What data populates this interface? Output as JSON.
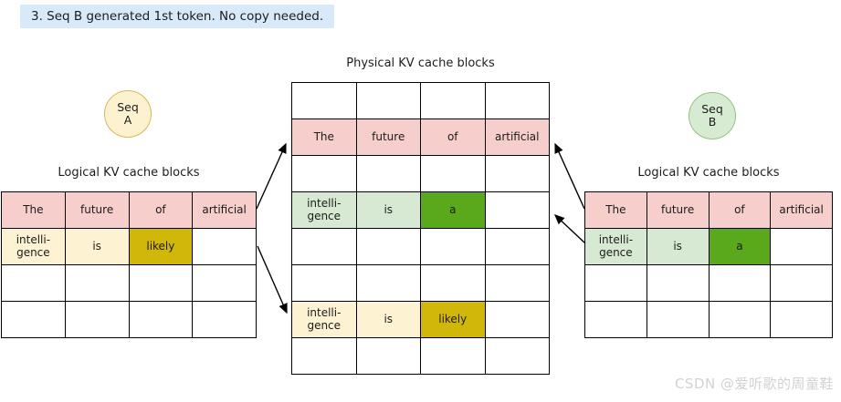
{
  "banner": {
    "text": "3. Seq B generated 1st token. No copy needed."
  },
  "section_labels": {
    "physical": "Physical KV cache blocks",
    "logical_a": "Logical KV cache blocks",
    "logical_b": "Logical KV cache blocks"
  },
  "badges": {
    "seq_a": "Seq\nA",
    "seq_b": "Seq\nB"
  },
  "colors": {
    "banner_bg": "#d8e9fa",
    "pink": "#f6cecb",
    "cream": "#fdf2d2",
    "gold": "#d2b70b",
    "green_light": "#d7e9d2",
    "green_bright": "#5aa91d",
    "white": "#ffffff",
    "seq_a_fill": "#fdf2cf",
    "seq_a_border": "#d8b75c",
    "seq_b_fill": "#d7ead2",
    "seq_b_border": "#92c47e"
  },
  "tables": {
    "logical_a": {
      "rows": [
        [
          {
            "t": "The",
            "bg": "pink"
          },
          {
            "t": "future",
            "bg": "pink"
          },
          {
            "t": "of",
            "bg": "pink"
          },
          {
            "t": "artificial",
            "bg": "pink"
          }
        ],
        [
          {
            "t": "intelli-\ngence",
            "bg": "cream"
          },
          {
            "t": "is",
            "bg": "cream"
          },
          {
            "t": "likely",
            "bg": "gold"
          },
          {
            "t": "",
            "bg": "white"
          }
        ],
        [
          {
            "t": "",
            "bg": "white"
          },
          {
            "t": "",
            "bg": "white"
          },
          {
            "t": "",
            "bg": "white"
          },
          {
            "t": "",
            "bg": "white"
          }
        ],
        [
          {
            "t": "",
            "bg": "white"
          },
          {
            "t": "",
            "bg": "white"
          },
          {
            "t": "",
            "bg": "white"
          },
          {
            "t": "",
            "bg": "white"
          }
        ]
      ]
    },
    "physical": {
      "rows": [
        [
          {
            "t": "",
            "bg": "white"
          },
          {
            "t": "",
            "bg": "white"
          },
          {
            "t": "",
            "bg": "white"
          },
          {
            "t": "",
            "bg": "white"
          }
        ],
        [
          {
            "t": "The",
            "bg": "pink"
          },
          {
            "t": "future",
            "bg": "pink"
          },
          {
            "t": "of",
            "bg": "pink"
          },
          {
            "t": "artificial",
            "bg": "pink"
          }
        ],
        [
          {
            "t": "",
            "bg": "white"
          },
          {
            "t": "",
            "bg": "white"
          },
          {
            "t": "",
            "bg": "white"
          },
          {
            "t": "",
            "bg": "white"
          }
        ],
        [
          {
            "t": "intelli-\ngence",
            "bg": "green_light"
          },
          {
            "t": "is",
            "bg": "green_light"
          },
          {
            "t": "a",
            "bg": "green_bright"
          },
          {
            "t": "",
            "bg": "white"
          }
        ],
        [
          {
            "t": "",
            "bg": "white"
          },
          {
            "t": "",
            "bg": "white"
          },
          {
            "t": "",
            "bg": "white"
          },
          {
            "t": "",
            "bg": "white"
          }
        ],
        [
          {
            "t": "",
            "bg": "white"
          },
          {
            "t": "",
            "bg": "white"
          },
          {
            "t": "",
            "bg": "white"
          },
          {
            "t": "",
            "bg": "white"
          }
        ],
        [
          {
            "t": "intelli-\ngence",
            "bg": "cream"
          },
          {
            "t": "is",
            "bg": "cream"
          },
          {
            "t": "likely",
            "bg": "gold"
          },
          {
            "t": "",
            "bg": "white"
          }
        ],
        [
          {
            "t": "",
            "bg": "white"
          },
          {
            "t": "",
            "bg": "white"
          },
          {
            "t": "",
            "bg": "white"
          },
          {
            "t": "",
            "bg": "white"
          }
        ]
      ]
    },
    "logical_b": {
      "rows": [
        [
          {
            "t": "The",
            "bg": "pink"
          },
          {
            "t": "future",
            "bg": "pink"
          },
          {
            "t": "of",
            "bg": "pink"
          },
          {
            "t": "artificial",
            "bg": "pink"
          }
        ],
        [
          {
            "t": "intelli-\ngence",
            "bg": "green_light"
          },
          {
            "t": "is",
            "bg": "green_light"
          },
          {
            "t": "a",
            "bg": "green_bright"
          },
          {
            "t": "",
            "bg": "white"
          }
        ],
        [
          {
            "t": "",
            "bg": "white"
          },
          {
            "t": "",
            "bg": "white"
          },
          {
            "t": "",
            "bg": "white"
          },
          {
            "t": "",
            "bg": "white"
          }
        ],
        [
          {
            "t": "",
            "bg": "white"
          },
          {
            "t": "",
            "bg": "white"
          },
          {
            "t": "",
            "bg": "white"
          },
          {
            "t": "",
            "bg": "white"
          }
        ]
      ]
    }
  },
  "watermark": {
    "text": "CSDN @爱听歌的周童鞋"
  }
}
